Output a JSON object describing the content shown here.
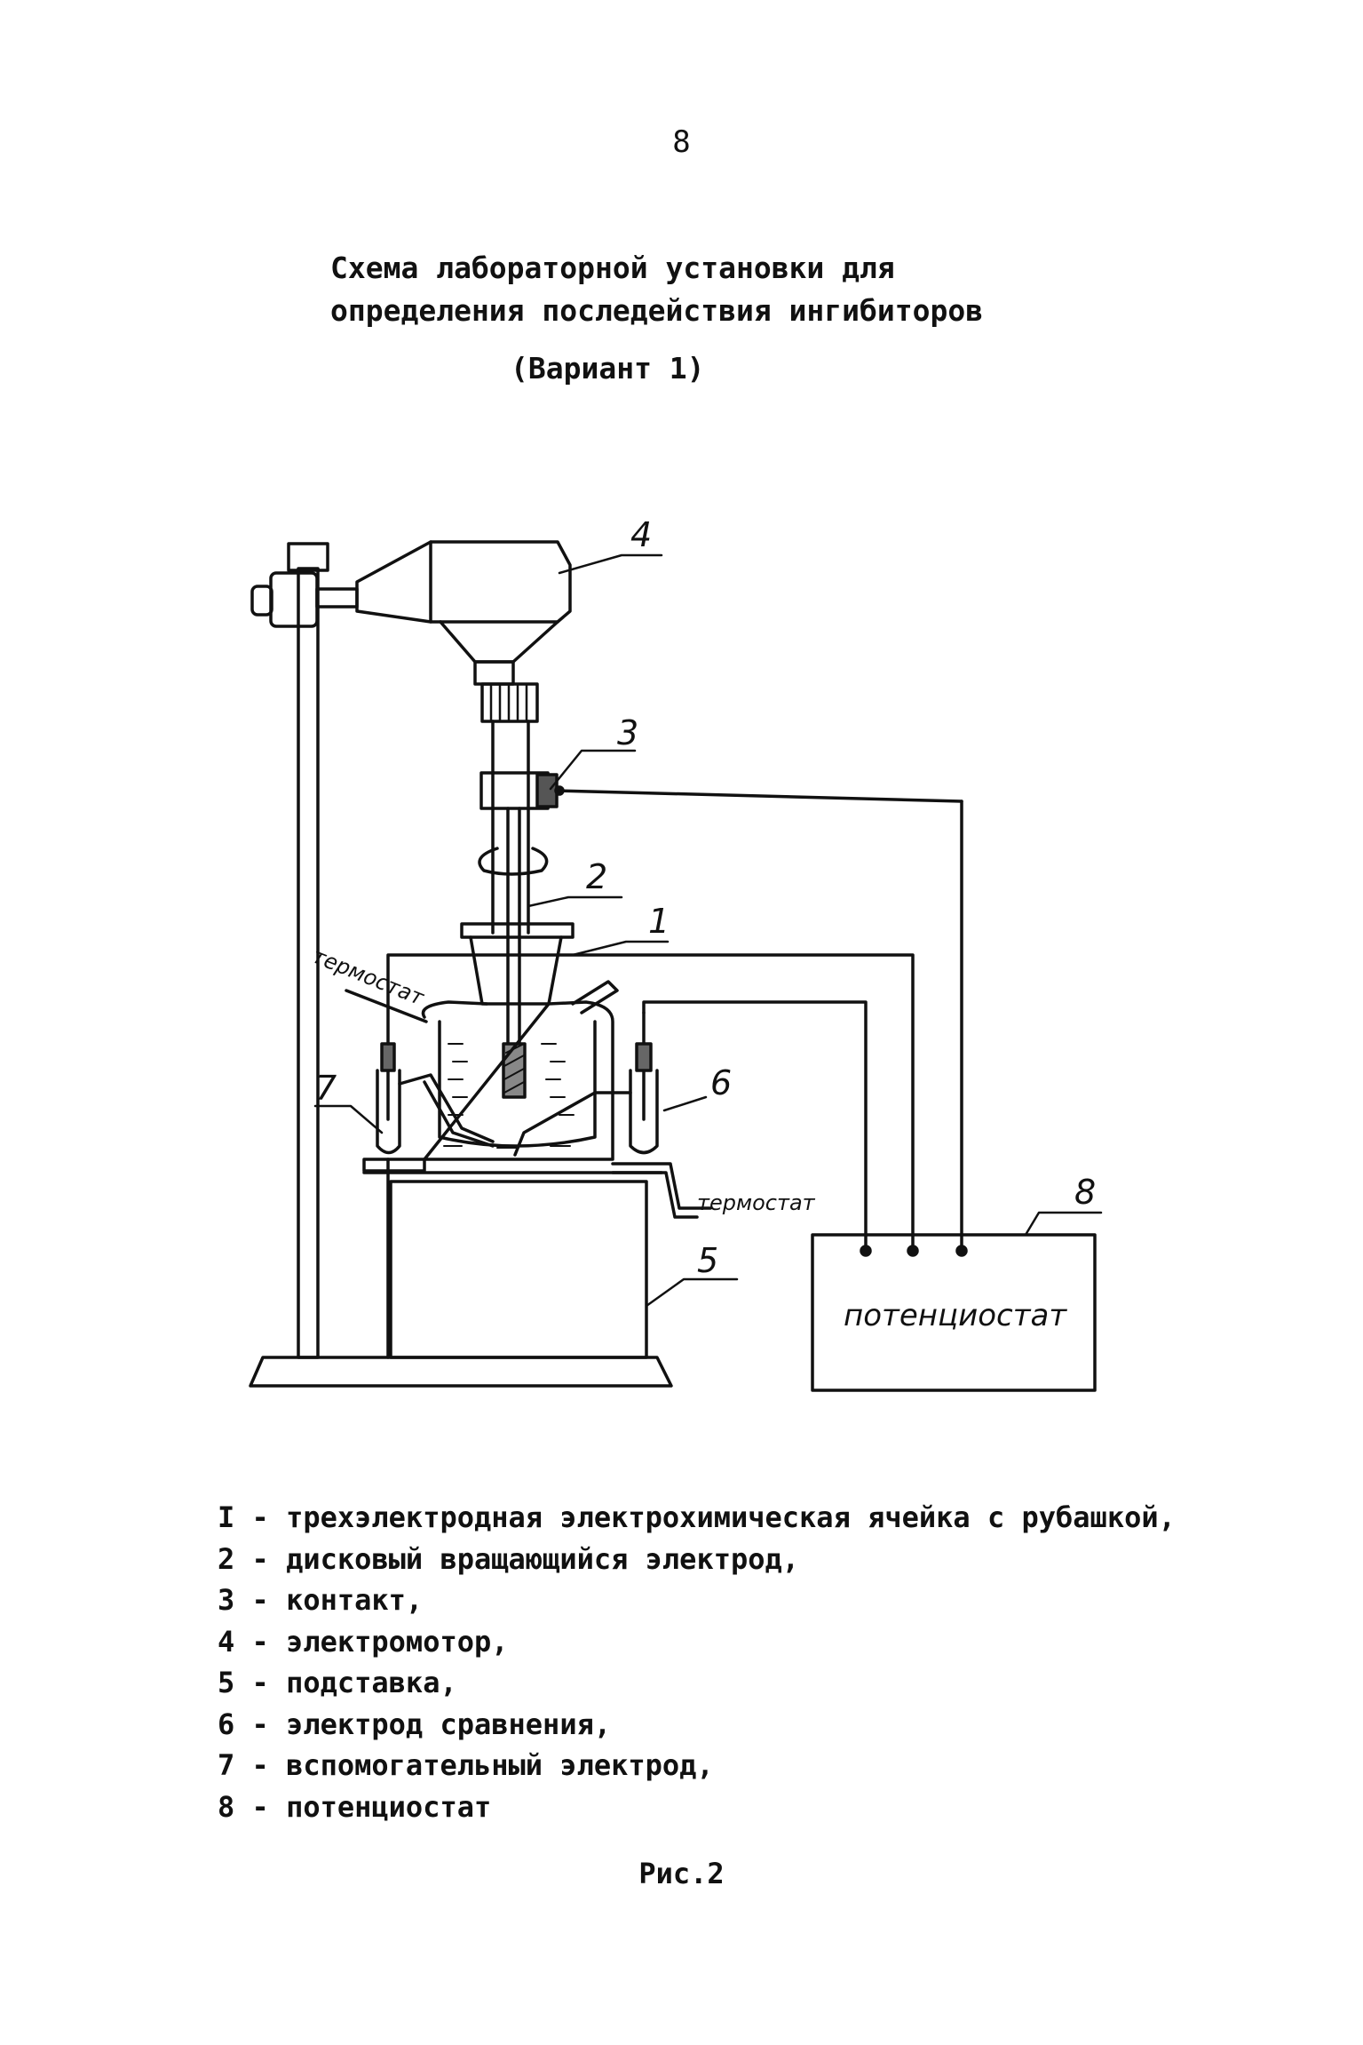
{
  "page_number": "8",
  "title": {
    "line1": "Схема лабораторной установки для",
    "line2": "определения последействия ингибиторов",
    "variant": "(Вариант 1)"
  },
  "diagram": {
    "labels": {
      "n1": "1",
      "n2": "2",
      "n3": "3",
      "n4": "4",
      "n5": "5",
      "n6": "6",
      "n7": "7",
      "n8": "8"
    },
    "termostat_top": "термостат",
    "termostat_bottom": "термостат",
    "potentiostat": "потенциостат"
  },
  "legend": [
    "I - трехэлектродная электрохимическая ячейка с рубашкой,",
    "2 - дисковый вращающийся электрод,",
    "3 - контакт,",
    "4 - электромотор,",
    "5 - подставка,",
    "6 - электрод сравнения,",
    "7 - вспомогательный электрод,",
    "8 - потенциостат"
  ],
  "caption": "Рис.2"
}
